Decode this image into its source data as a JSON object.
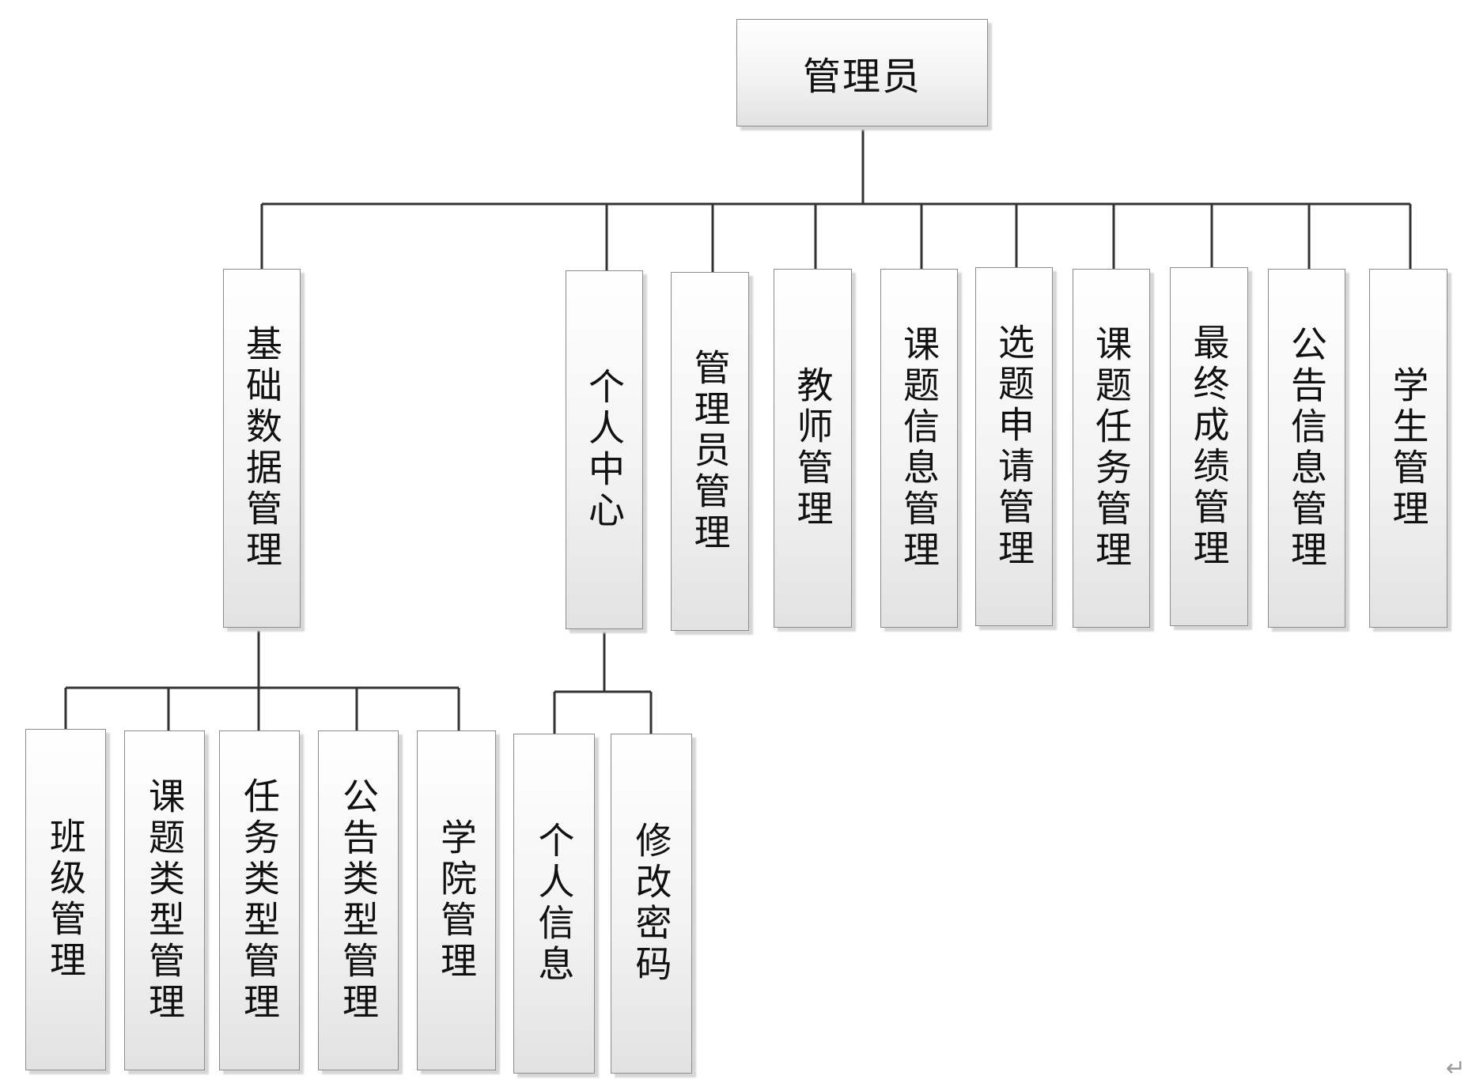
{
  "root": {
    "label": "管理员"
  },
  "level1": [
    {
      "label": "基础数据管理"
    },
    {
      "label": "个人中心"
    },
    {
      "label": "管理员管理"
    },
    {
      "label": "教师管理"
    },
    {
      "label": "课题信息管理"
    },
    {
      "label": "选题申请管理"
    },
    {
      "label": "课题任务管理"
    },
    {
      "label": "最终成绩管理"
    },
    {
      "label": "公告信息管理"
    },
    {
      "label": "学生管理"
    }
  ],
  "basic_data_children": [
    {
      "label": "班级管理"
    },
    {
      "label": "课题类型管理"
    },
    {
      "label": "任务类型管理"
    },
    {
      "label": "公告类型管理"
    },
    {
      "label": "学院管理"
    }
  ],
  "personal_center_children": [
    {
      "label": "个人信息"
    },
    {
      "label": "修改密码"
    }
  ],
  "return_mark": "↵"
}
